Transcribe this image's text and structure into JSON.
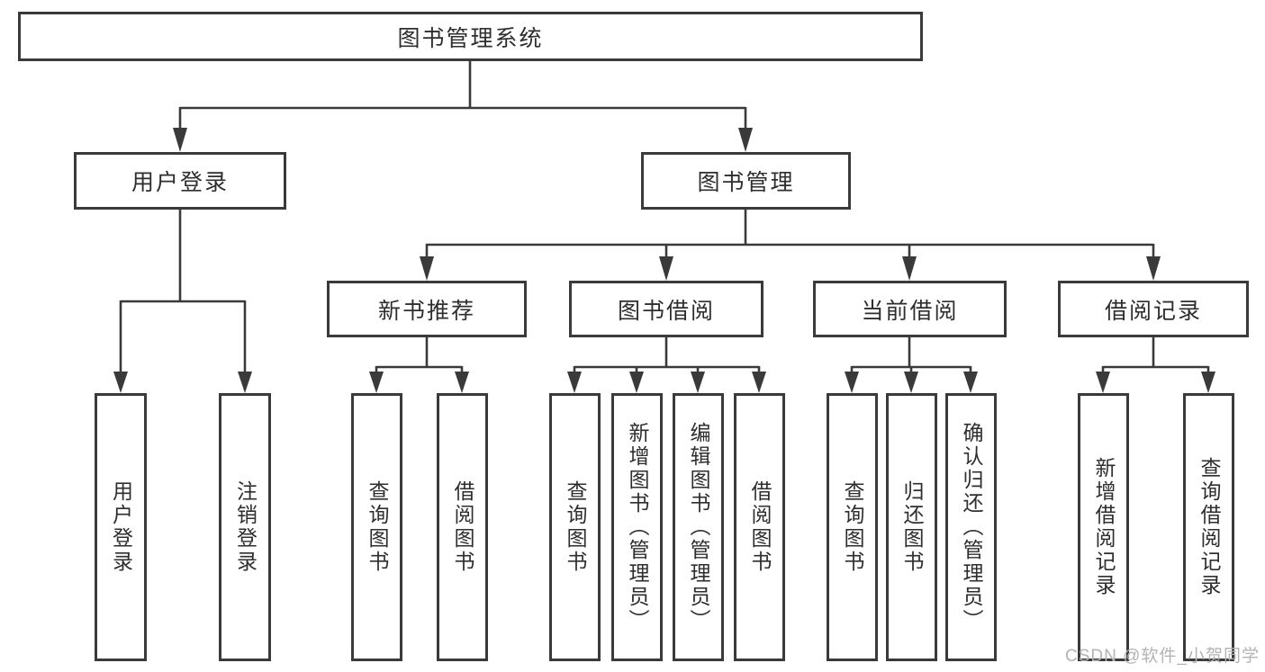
{
  "title": "图书管理系统",
  "colors": {
    "background": "#ffffff",
    "line": "#3a3a3a",
    "box_fill": "#ffffff",
    "box_border": "#3a3a3a",
    "text": "#2e2e2e",
    "watermark": "#b3b3b3"
  },
  "root": {
    "label": "图书管理系统"
  },
  "branches": [
    {
      "label": "用户登录",
      "children": [
        {
          "label": "用户登录"
        },
        {
          "label": "注销登录"
        }
      ]
    },
    {
      "label": "图书管理",
      "children": [
        {
          "label": "新书推荐",
          "children": [
            {
              "label": "查询图书"
            },
            {
              "label": "借阅图书"
            }
          ]
        },
        {
          "label": "图书借阅",
          "children": [
            {
              "label": "查询图书"
            },
            {
              "label": "新增图书（管理员）"
            },
            {
              "label": "编辑图书（管理员）"
            },
            {
              "label": "借阅图书"
            }
          ]
        },
        {
          "label": "当前借阅",
          "children": [
            {
              "label": "查询图书"
            },
            {
              "label": "归还图书"
            },
            {
              "label": "确认归还（管理员）"
            }
          ]
        },
        {
          "label": "借阅记录",
          "children": [
            {
              "label": "新增借阅记录"
            },
            {
              "label": "查询借阅记录"
            }
          ]
        }
      ]
    }
  ],
  "watermark": "CSDN @软件_小贺同学"
}
